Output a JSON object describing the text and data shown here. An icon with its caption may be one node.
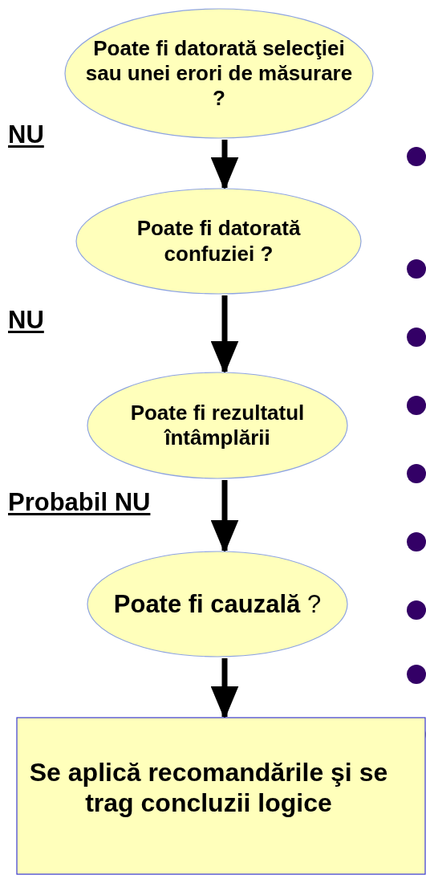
{
  "diagram": {
    "nodes": [
      {
        "text": [
          "Poate fi datorată selecţiei sau unei erori de măsurare ?"
        ]
      },
      {
        "text": [
          "Poate fi datorată confuziei ?"
        ]
      },
      {
        "text": [
          "Poate fi rezultatul întâmplării"
        ]
      },
      {
        "text": [
          "**Poate fi cauzală** ?"
        ]
      },
      {
        "text": [
          "Se aplică recomandările şi se trag concluzii logice"
        ]
      }
    ],
    "edges": [
      {
        "from": 0,
        "to": 1,
        "arrow": "to"
      },
      {
        "from": 1,
        "to": 2,
        "arrow": "to"
      },
      {
        "from": 2,
        "to": 3,
        "arrow": "to"
      },
      {
        "from": 3,
        "to": 4,
        "arrow": "to"
      }
    ],
    "labels": [
      "NU",
      "NU",
      "Probabil NU"
    ]
  }
}
